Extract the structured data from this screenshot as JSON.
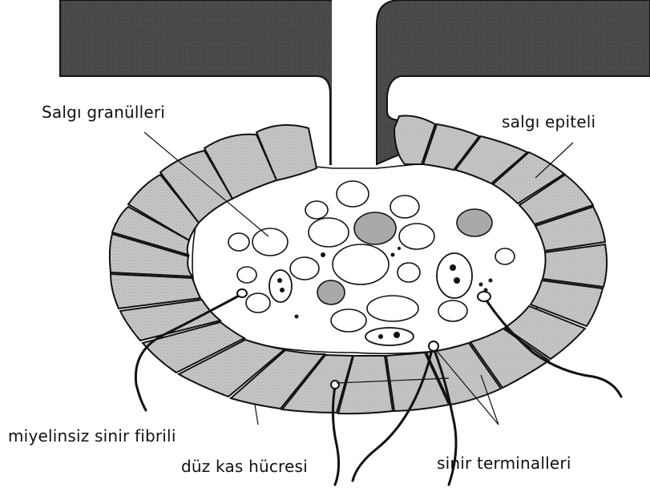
{
  "labels": {
    "secretory_granules": "Salgı granülleri",
    "secretory_epithelium": "salgı epiteli",
    "unmyelinated_nerve_fibril": "miyelinsiz sinir fibrili",
    "smooth_muscle_cell": "düz kas hücresi",
    "nerve_terminals": "sinir terminalleri"
  },
  "colors": {
    "dark_tissue": "#3c3c3c",
    "cell_fill": "#c9c9c9",
    "dark_granule": "#a9a9a9",
    "outline": "#111111",
    "lumen": "#ffffff"
  }
}
